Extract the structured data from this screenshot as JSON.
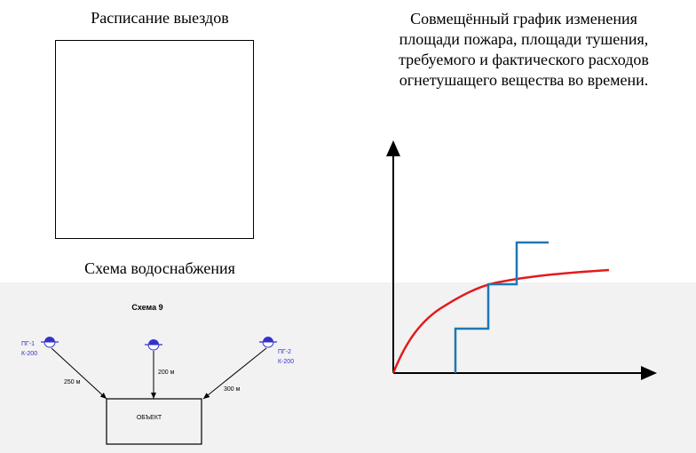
{
  "left": {
    "schedule_title": "Расписание выездов",
    "water_title": "Схема водоснабжения"
  },
  "right": {
    "chart_title_lines": [
      "Совмещённый график изменения",
      "площади пожара, площади тушения,",
      "требуемого и фактического расходов",
      "огнетушащего вещества во времени."
    ]
  },
  "scheme": {
    "title": "Схема 9",
    "hydrants": [
      {
        "name": "ПГ-1",
        "type": "К-200",
        "distance": "250 м"
      },
      {
        "name": "",
        "type": "",
        "distance": "200 м"
      },
      {
        "name": "ПГ-2",
        "type": "К-200",
        "distance": "300 м"
      }
    ],
    "object_label": "ОБЪЕКТ"
  },
  "colors": {
    "fire_area_curve": "#e31a1c",
    "flow_steps": "#1f77b4",
    "hydrant": "#3333cc",
    "scheme_text_blue": "#3333cc"
  },
  "chart_data": {
    "type": "line",
    "title": "Совмещённый график изменения площади пожара, площади тушения, требуемого и фактического расходов огнетушащего вещества во времени.",
    "xlabel": "",
    "ylabel": "",
    "grid": false,
    "legend": "none",
    "series": [
      {
        "name": "curve (red)",
        "color": "#e31a1c",
        "points": [
          [
            0,
            0
          ],
          [
            5,
            20
          ],
          [
            15,
            45
          ],
          [
            30,
            65
          ],
          [
            50,
            80
          ],
          [
            70,
            88
          ],
          [
            100,
            92
          ],
          [
            140,
            95
          ],
          [
            180,
            97
          ],
          [
            210,
            98
          ]
        ]
      },
      {
        "name": "step (blue)",
        "color": "#1f77b4",
        "points": [
          [
            60,
            0
          ],
          [
            60,
            40
          ],
          [
            95,
            40
          ],
          [
            95,
            80
          ],
          [
            125,
            80
          ],
          [
            125,
            120
          ],
          [
            160,
            120
          ]
        ]
      }
    ]
  }
}
